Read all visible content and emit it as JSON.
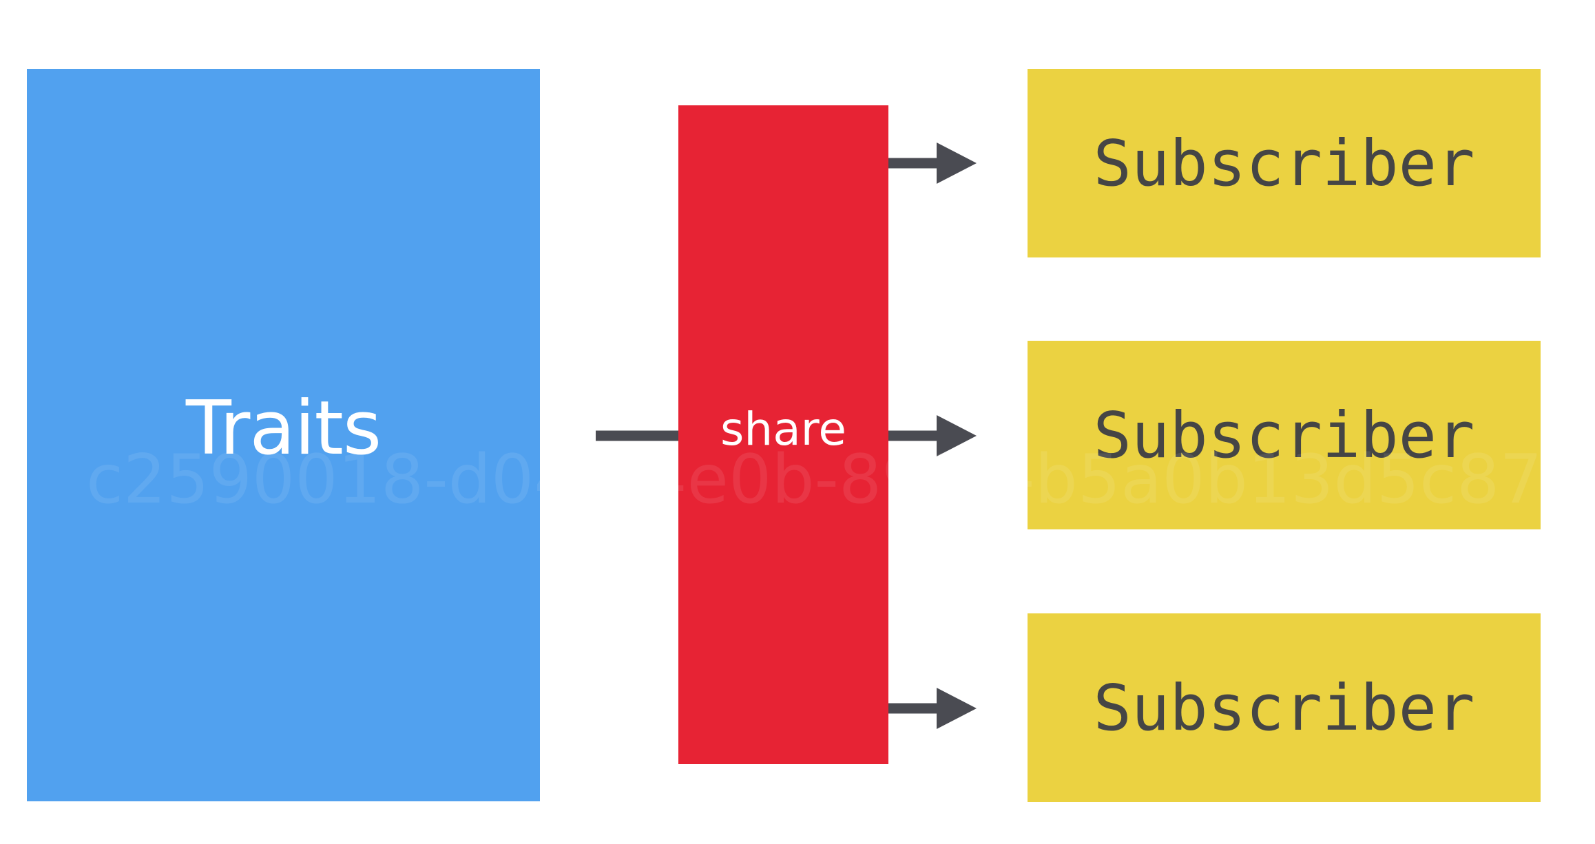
{
  "diagram": {
    "source": {
      "label": "Traits",
      "color": "#51a1ef"
    },
    "operator": {
      "label": "share",
      "color": "#e72334"
    },
    "subscribers": [
      {
        "label": "Subscriber",
        "color": "#ebd241"
      },
      {
        "label": "Subscriber",
        "color": "#ebd241"
      },
      {
        "label": "Subscriber",
        "color": "#ebd241"
      }
    ],
    "connector_color": "#4a4b52",
    "watermark": "c2590018-d048-4e0b-8904-b5a0b13d5c87"
  }
}
